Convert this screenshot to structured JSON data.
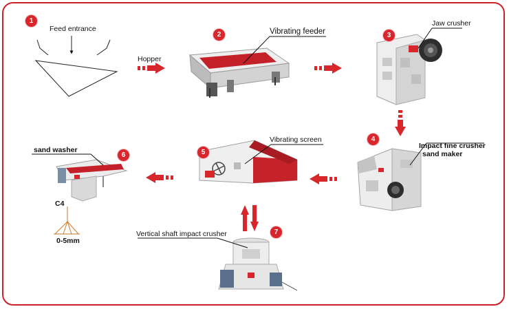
{
  "steps": [
    {
      "number": "1",
      "label": "Feed entrance"
    },
    {
      "number": "2",
      "label": "Vibrating feeder"
    },
    {
      "number": "3",
      "label": "Jaw crusher"
    },
    {
      "number": "4",
      "label": "Impact fine crusher",
      "label2": "sand maker"
    },
    {
      "number": "5",
      "label": "Vibrating screen"
    },
    {
      "number": "6",
      "label": "sand washer"
    },
    {
      "number": "7",
      "label": "Vertical shaft impact crusher"
    }
  ],
  "hopper_label": "Hopper",
  "washer_code": "C4",
  "output_size": "0-5mm",
  "colors": {
    "accent": "#d8262d",
    "frame": "#cc2027",
    "machine": "#eeeeee",
    "machine_shade": "#c9c9c9"
  }
}
